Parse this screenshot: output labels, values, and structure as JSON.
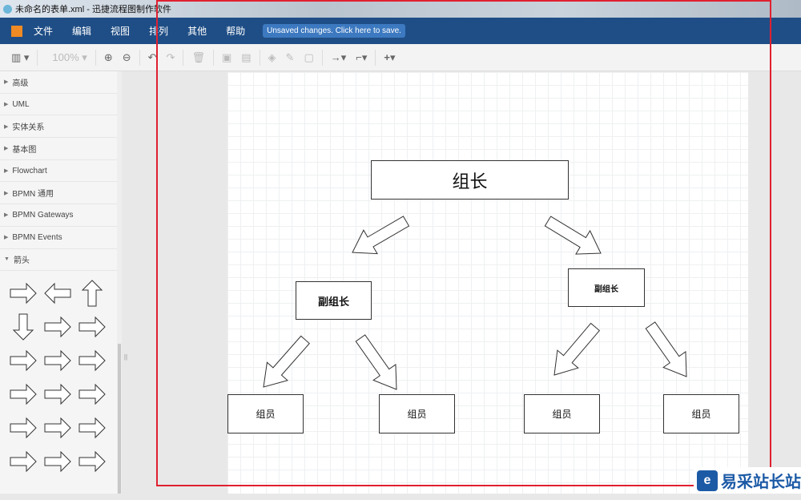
{
  "window": {
    "title": "未命名的表单.xml - 迅捷流程图制作软件"
  },
  "menu": {
    "items": [
      "文件",
      "编辑",
      "视图",
      "排列",
      "其他",
      "帮助"
    ],
    "save_notice": "Unsaved changes. Click here to save."
  },
  "toolbar": {
    "zoom": "100%"
  },
  "sidebar": {
    "items": [
      {
        "label": "高级",
        "expanded": false
      },
      {
        "label": "UML",
        "expanded": false
      },
      {
        "label": "实体关系",
        "expanded": false
      },
      {
        "label": "基本图",
        "expanded": false
      },
      {
        "label": "Flowchart",
        "expanded": false
      },
      {
        "label": "BPMN 通用",
        "expanded": false
      },
      {
        "label": "BPMN Gateways",
        "expanded": false
      },
      {
        "label": "BPMN Events",
        "expanded": false
      },
      {
        "label": "箭头",
        "expanded": true
      }
    ]
  },
  "diagram": {
    "leader": "组长",
    "deputy_left": "副组长",
    "deputy_right": "副组长",
    "members": [
      "组员",
      "组员",
      "组员",
      "组员"
    ]
  },
  "watermark": {
    "text": "易采站长站"
  },
  "colors": {
    "menubar": "#1f4e86",
    "frame": "#e02030"
  }
}
